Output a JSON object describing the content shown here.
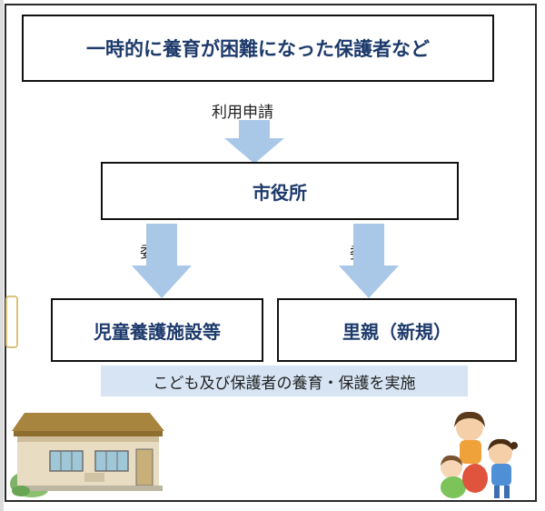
{
  "diagram": {
    "top_box": "一時的に養育が困難になった保護者など",
    "arrow1_label": "利用申請",
    "middle_box": "市役所",
    "left_arrow_label": "委託",
    "right_arrow_label": "委託",
    "left_box": "児童養護施設等",
    "right_box": "里親（新規）",
    "band_text": "こども及び保護者の養育・保護を実施"
  },
  "colors": {
    "arrow": "#a9c8e8",
    "band": "#d6e4f3",
    "box_text": "#1d3a6b"
  },
  "illustrations": [
    "house-illustration",
    "children-illustration"
  ]
}
